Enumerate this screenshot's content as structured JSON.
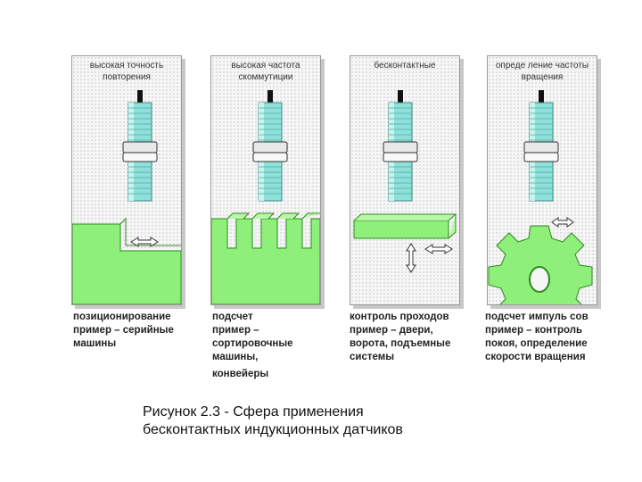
{
  "panels": [
    {
      "label": "высокая точность повторения"
    },
    {
      "label": "высокая частота скоммутиции"
    },
    {
      "label": "бесконтактные"
    },
    {
      "label": "опреде ление частоты вращения"
    }
  ],
  "captions": [
    {
      "lines": [
        "позиционирование",
        "пример – серийные",
        "машины"
      ]
    },
    {
      "lines": [
        "подсчет",
        "пример –",
        "сортировочные",
        "машины,",
        "конвейеры"
      ]
    },
    {
      "lines": [
        "контроль проходов",
        "пример – двери,",
        "ворота, подъемные",
        "системы"
      ]
    },
    {
      "lines": [
        "подсчет импуль сов",
        "пример – контроль",
        "покоя, определение",
        "скорости вращения"
      ]
    }
  ],
  "figure_title": {
    "line1": "Рисунок 2.3 - Сфера применения",
    "line2": "бесконтактных индукционных датчиков"
  },
  "colors": {
    "sensor": "#8fe0d8",
    "target": "#8ef07a",
    "target_dark": "#2f8a1f",
    "nut": "#e8e8e8"
  }
}
